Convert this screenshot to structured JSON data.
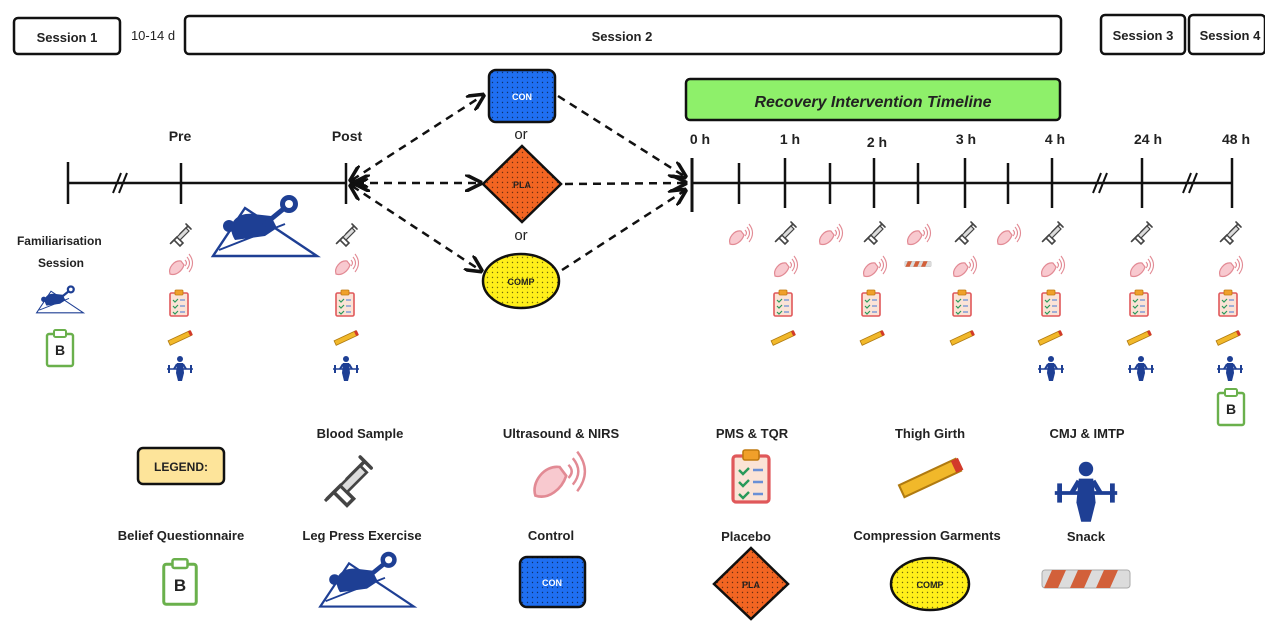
{
  "sessions": {
    "s1": "Session 1",
    "gap": "10-14 d",
    "s2": "Session 2",
    "s3": "Session 3",
    "s4": "Session 4"
  },
  "familiarisation": "Familiarisation Session",
  "phases": {
    "pre": "Pre",
    "post": "Post"
  },
  "interventions": {
    "con": "CON",
    "pla": "PLA",
    "comp": "COMP",
    "or": "or"
  },
  "recovery_banner": "Recovery Intervention Timeline",
  "timepoints": [
    "0 h",
    "1 h",
    "2 h",
    "3 h",
    "4 h",
    "24 h",
    "48 h"
  ],
  "belief_badge": "B",
  "legend": {
    "title": "LEGEND:",
    "items": {
      "blood": "Blood Sample",
      "ultrasound": "Ultrasound & NIRS",
      "pms": "PMS & TQR",
      "girth": "Thigh Girth",
      "cmj": "CMJ & IMTP",
      "belief": "Belief Questionnaire",
      "legpress": "Leg Press Exercise",
      "control": "Control",
      "placebo": "Placebo",
      "compression": "Compression Garments",
      "snack": "Snack"
    }
  },
  "colors": {
    "con": "#1f6ff2",
    "pla": "#f26522",
    "comp": "#ffef1a",
    "banner": "#8ef06a",
    "legend_box": "#fde49a",
    "belief_green": "#6ab04c",
    "athlete_blue": "#1e3f94"
  }
}
